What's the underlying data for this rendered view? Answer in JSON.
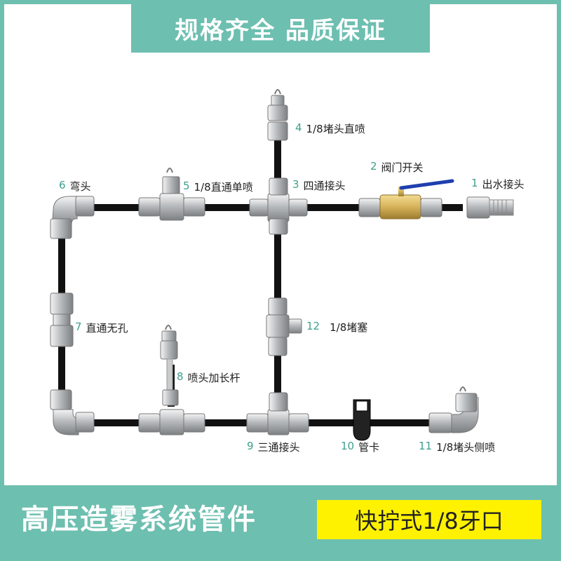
{
  "header": {
    "title": "规格齐全 品质保证"
  },
  "footer": {
    "title": "高压造雾系统管件",
    "badge": "快拧式1/8牙口"
  },
  "colors": {
    "accent": "#6dbfb0",
    "badge": "#fff200",
    "number": "#3f9f8d"
  },
  "parts": [
    {
      "num": "1",
      "name": "出水接头"
    },
    {
      "num": "2",
      "name": "阀门开关"
    },
    {
      "num": "3",
      "name": "四通接头"
    },
    {
      "num": "4",
      "name": "1/8堵头直喷"
    },
    {
      "num": "5",
      "name": "1/8直通单喷"
    },
    {
      "num": "6",
      "name": "弯头"
    },
    {
      "num": "7",
      "name": "直通无孔"
    },
    {
      "num": "8",
      "name": "喷头加长杆"
    },
    {
      "num": "9",
      "name": "三通接头"
    },
    {
      "num": "10",
      "name": "管卡"
    },
    {
      "num": "11",
      "name": "1/8堵头侧喷"
    },
    {
      "num": "12",
      "name": "1/8堵塞"
    }
  ]
}
